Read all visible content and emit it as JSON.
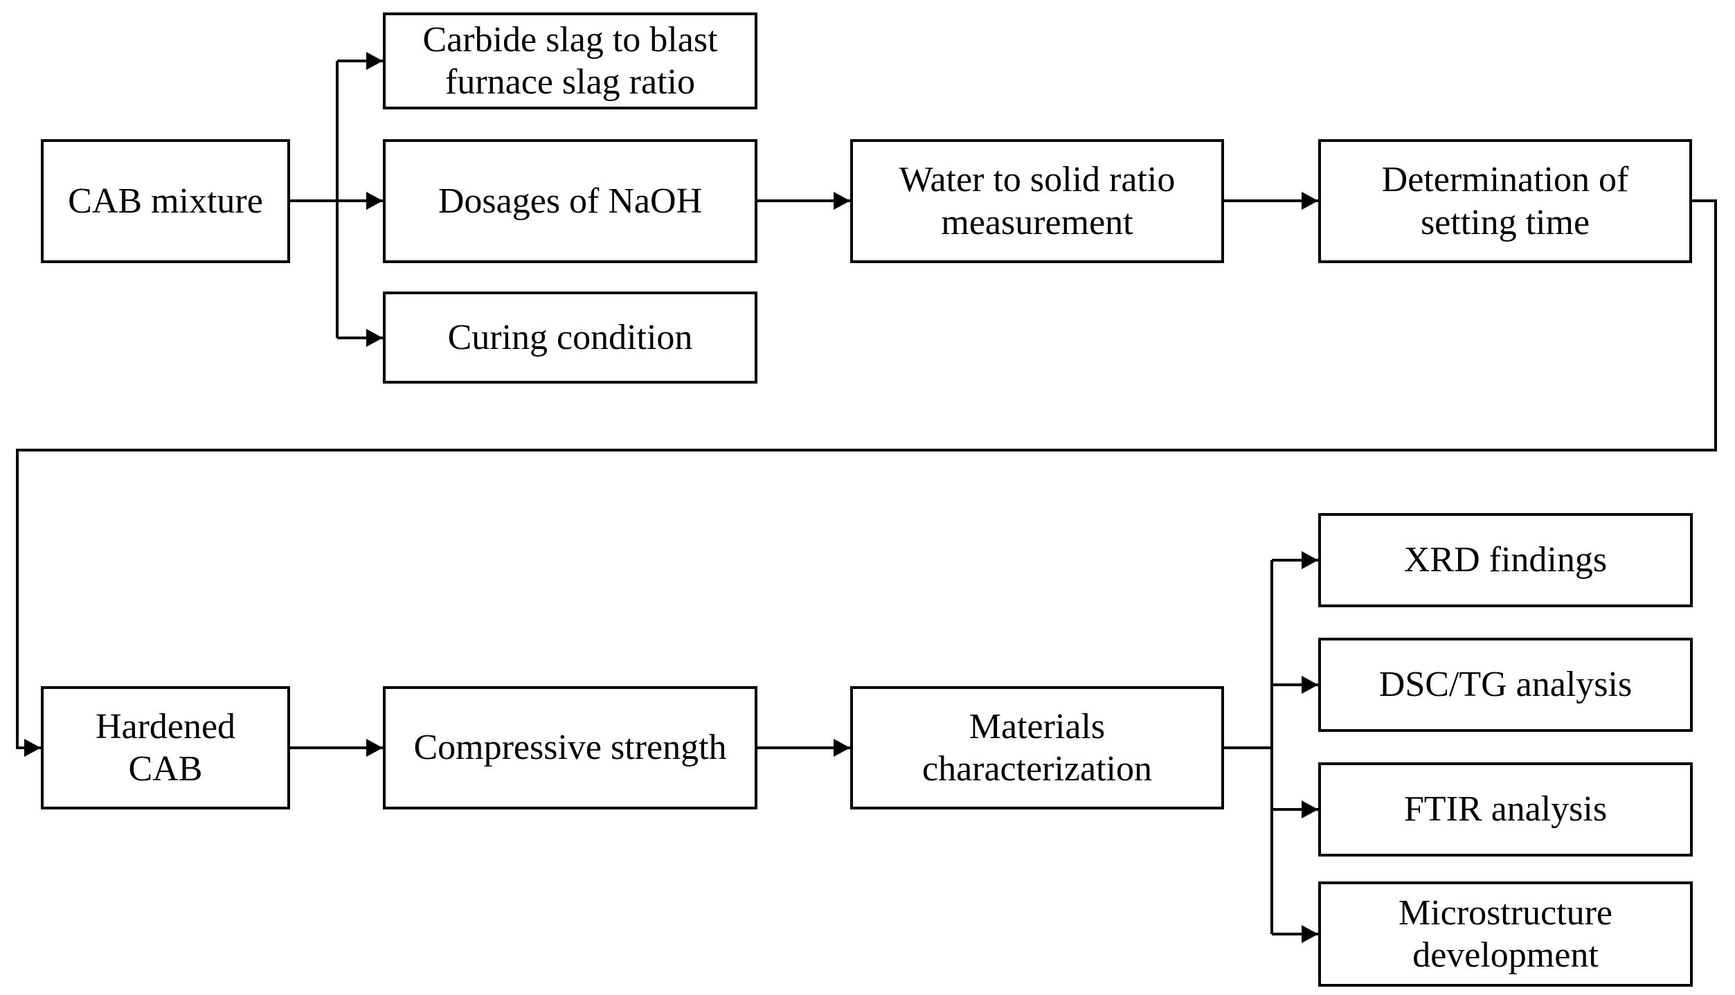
{
  "figure": {
    "type": "flowchart",
    "background_color": "#ffffff",
    "line_color": "#000000",
    "text_color": "#000000",
    "nodes": [
      {
        "id": "cab-mixture",
        "label": "CAB mixture"
      },
      {
        "id": "carbide-ratio",
        "label": "Carbide slag to blast\nfurnace slag ratio"
      },
      {
        "id": "naoh-dosages",
        "label": "Dosages of NaOH"
      },
      {
        "id": "curing-condition",
        "label": "Curing condition"
      },
      {
        "id": "water-solid-ratio",
        "label": "Water to solid ratio\nmeasurement"
      },
      {
        "id": "setting-time",
        "label": "Determination of\nsetting time"
      },
      {
        "id": "hardened-cab",
        "label": "Hardened\nCAB"
      },
      {
        "id": "compressive-strength",
        "label": "Compressive strength"
      },
      {
        "id": "materials-characterization",
        "label": "Materials\ncharacterization"
      },
      {
        "id": "xrd-findings",
        "label": "XRD findings"
      },
      {
        "id": "dsc-tg-analysis",
        "label": "DSC/TG analysis"
      },
      {
        "id": "ftir-analysis",
        "label": "FTIR analysis"
      },
      {
        "id": "microstructure-development",
        "label": "Microstructure\ndevelopment"
      }
    ],
    "edges": [
      {
        "from": "cab-mixture",
        "to": "carbide-ratio"
      },
      {
        "from": "cab-mixture",
        "to": "naoh-dosages"
      },
      {
        "from": "cab-mixture",
        "to": "curing-condition"
      },
      {
        "from": "naoh-dosages",
        "to": "water-solid-ratio"
      },
      {
        "from": "water-solid-ratio",
        "to": "setting-time"
      },
      {
        "from": "setting-time",
        "to": "hardened-cab"
      },
      {
        "from": "hardened-cab",
        "to": "compressive-strength"
      },
      {
        "from": "compressive-strength",
        "to": "materials-characterization"
      },
      {
        "from": "materials-characterization",
        "to": "xrd-findings"
      },
      {
        "from": "materials-characterization",
        "to": "dsc-tg-analysis"
      },
      {
        "from": "materials-characterization",
        "to": "ftir-analysis"
      },
      {
        "from": "materials-characterization",
        "to": "microstructure-development"
      }
    ]
  }
}
